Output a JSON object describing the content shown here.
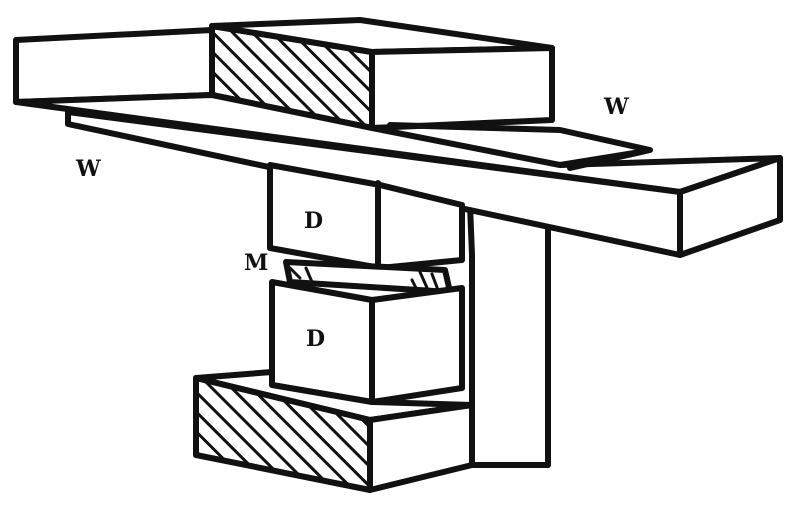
{
  "figure": {
    "labels": {
      "w_left": "W",
      "w_right": "W",
      "d_upper": "D",
      "d_lower": "D",
      "m": "M"
    },
    "colors": {
      "ink": "#111111",
      "paper": "#ffffff"
    }
  }
}
